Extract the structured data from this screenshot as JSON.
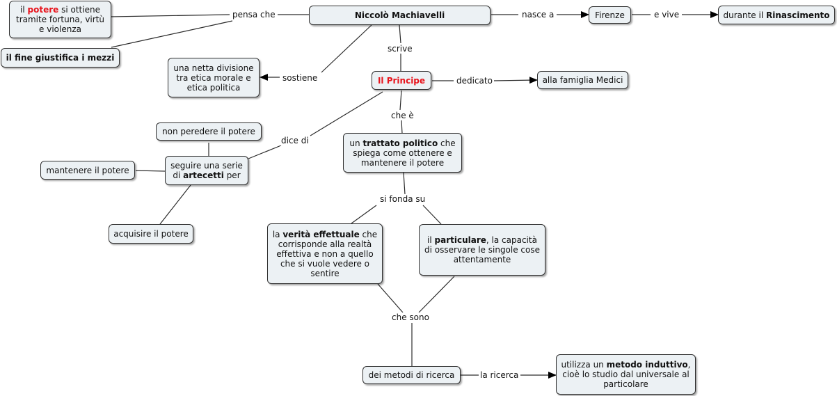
{
  "nodes": {
    "machiavelli": "Niccolò Machiavelli",
    "potere": {
      "pre": "il ",
      "key": "potere",
      "post": " si ottiene tramite fortuna, virtù e violenza"
    },
    "fine": "il fine giustifica i mezzi",
    "firenze": "Firenze",
    "rinascimento": {
      "pre": "durante il ",
      "key": "Rinascimento"
    },
    "divisione": "una netta divisione tra etica morale e etica politica",
    "principe": "Il Principe",
    "medici": "alla famiglia Medici",
    "non_perdere": "non peredere il potere",
    "mantenere": "mantenere il potere",
    "artecetti": {
      "pre": "seguire una serie di ",
      "key": "artecetti",
      "post": " per"
    },
    "acquisire": "acquisire il potere",
    "trattato": {
      "pre": "un ",
      "key": "trattato politico",
      "post": " che spiega come ottenere e mantenere il potere"
    },
    "verita": {
      "pre": "la ",
      "key": "verità effettuale",
      "post": " che corrisponde alla realtà effettiva e non a quello che si vuole vedere o sentire"
    },
    "particolare": {
      "pre": "il ",
      "key": "particulare",
      "post": ", la capacità di osservare le singole cose attentamente"
    },
    "metodi": "dei metodi di ricerca",
    "induttivo": {
      "pre": "utilizza un ",
      "key": "metodo induttivo",
      "post": ", cioè lo studio dal universale al particolare"
    }
  },
  "labels": {
    "pensa_che": "pensa che",
    "nasce_a": "nasce a",
    "e_vive": "e vive",
    "scrive": "scrive",
    "sostiene": "sostiene",
    "dedicato": "dedicato",
    "che_e": "che è",
    "dice_di": "dice di",
    "si_fonda_su": "si fonda su",
    "che_sono": "che sono",
    "la_ricerca": "la ricerca"
  }
}
